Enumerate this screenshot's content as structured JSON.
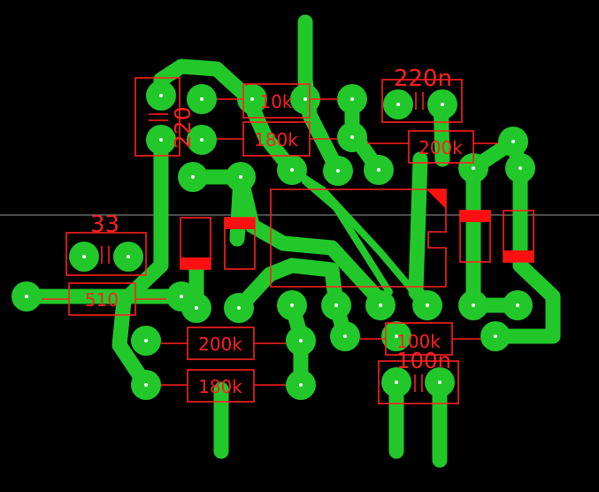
{
  "colors": {
    "background": "#000000",
    "copper": "#22c82a",
    "silkscreen": "#ff2020",
    "pad_hole": "#ffffff",
    "band": "#ff1010"
  },
  "components": {
    "c_220n": "220n",
    "c_220": "220",
    "r_10k": "10k",
    "r_180k_top": "180k",
    "r_200k_right": "200k",
    "c_33": "33",
    "r_510": "510",
    "r_200k_mid": "200k",
    "r_180k_bottom": "180k",
    "r_100k": "100k",
    "c_100n": "100n"
  }
}
